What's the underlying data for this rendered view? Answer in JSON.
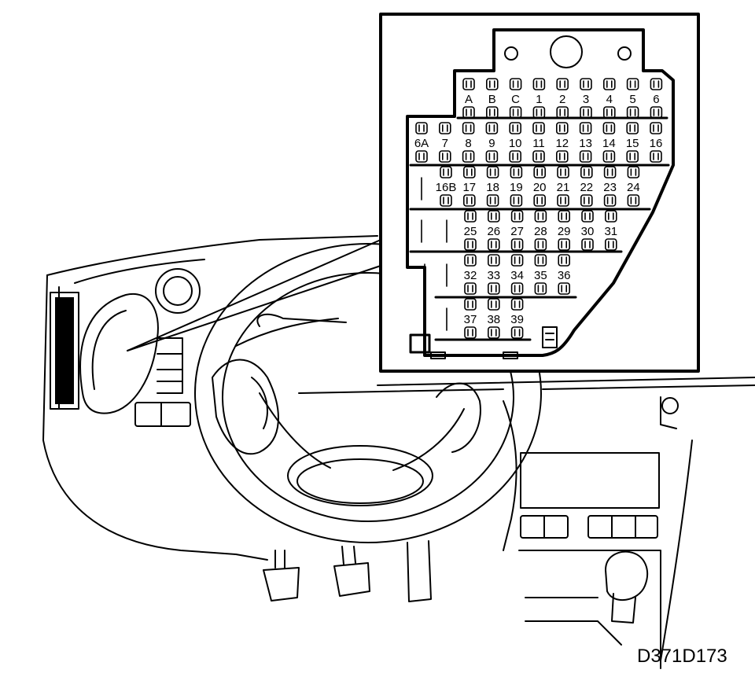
{
  "reference_code": "D371D173",
  "fuse_rows": [
    [
      "A",
      "B",
      "C",
      "1",
      "2",
      "3",
      "4",
      "5",
      "6"
    ],
    [
      "6A",
      "7",
      "8",
      "9",
      "10",
      "11",
      "12",
      "13",
      "14",
      "15",
      "16"
    ],
    [
      "16B",
      "17",
      "18",
      "19",
      "20",
      "21",
      "22",
      "23",
      "24"
    ],
    [
      "25",
      "26",
      "27",
      "28",
      "29",
      "30",
      "31"
    ],
    [
      "32",
      "33",
      "34",
      "35",
      "36"
    ],
    [
      "37",
      "38",
      "39"
    ]
  ]
}
